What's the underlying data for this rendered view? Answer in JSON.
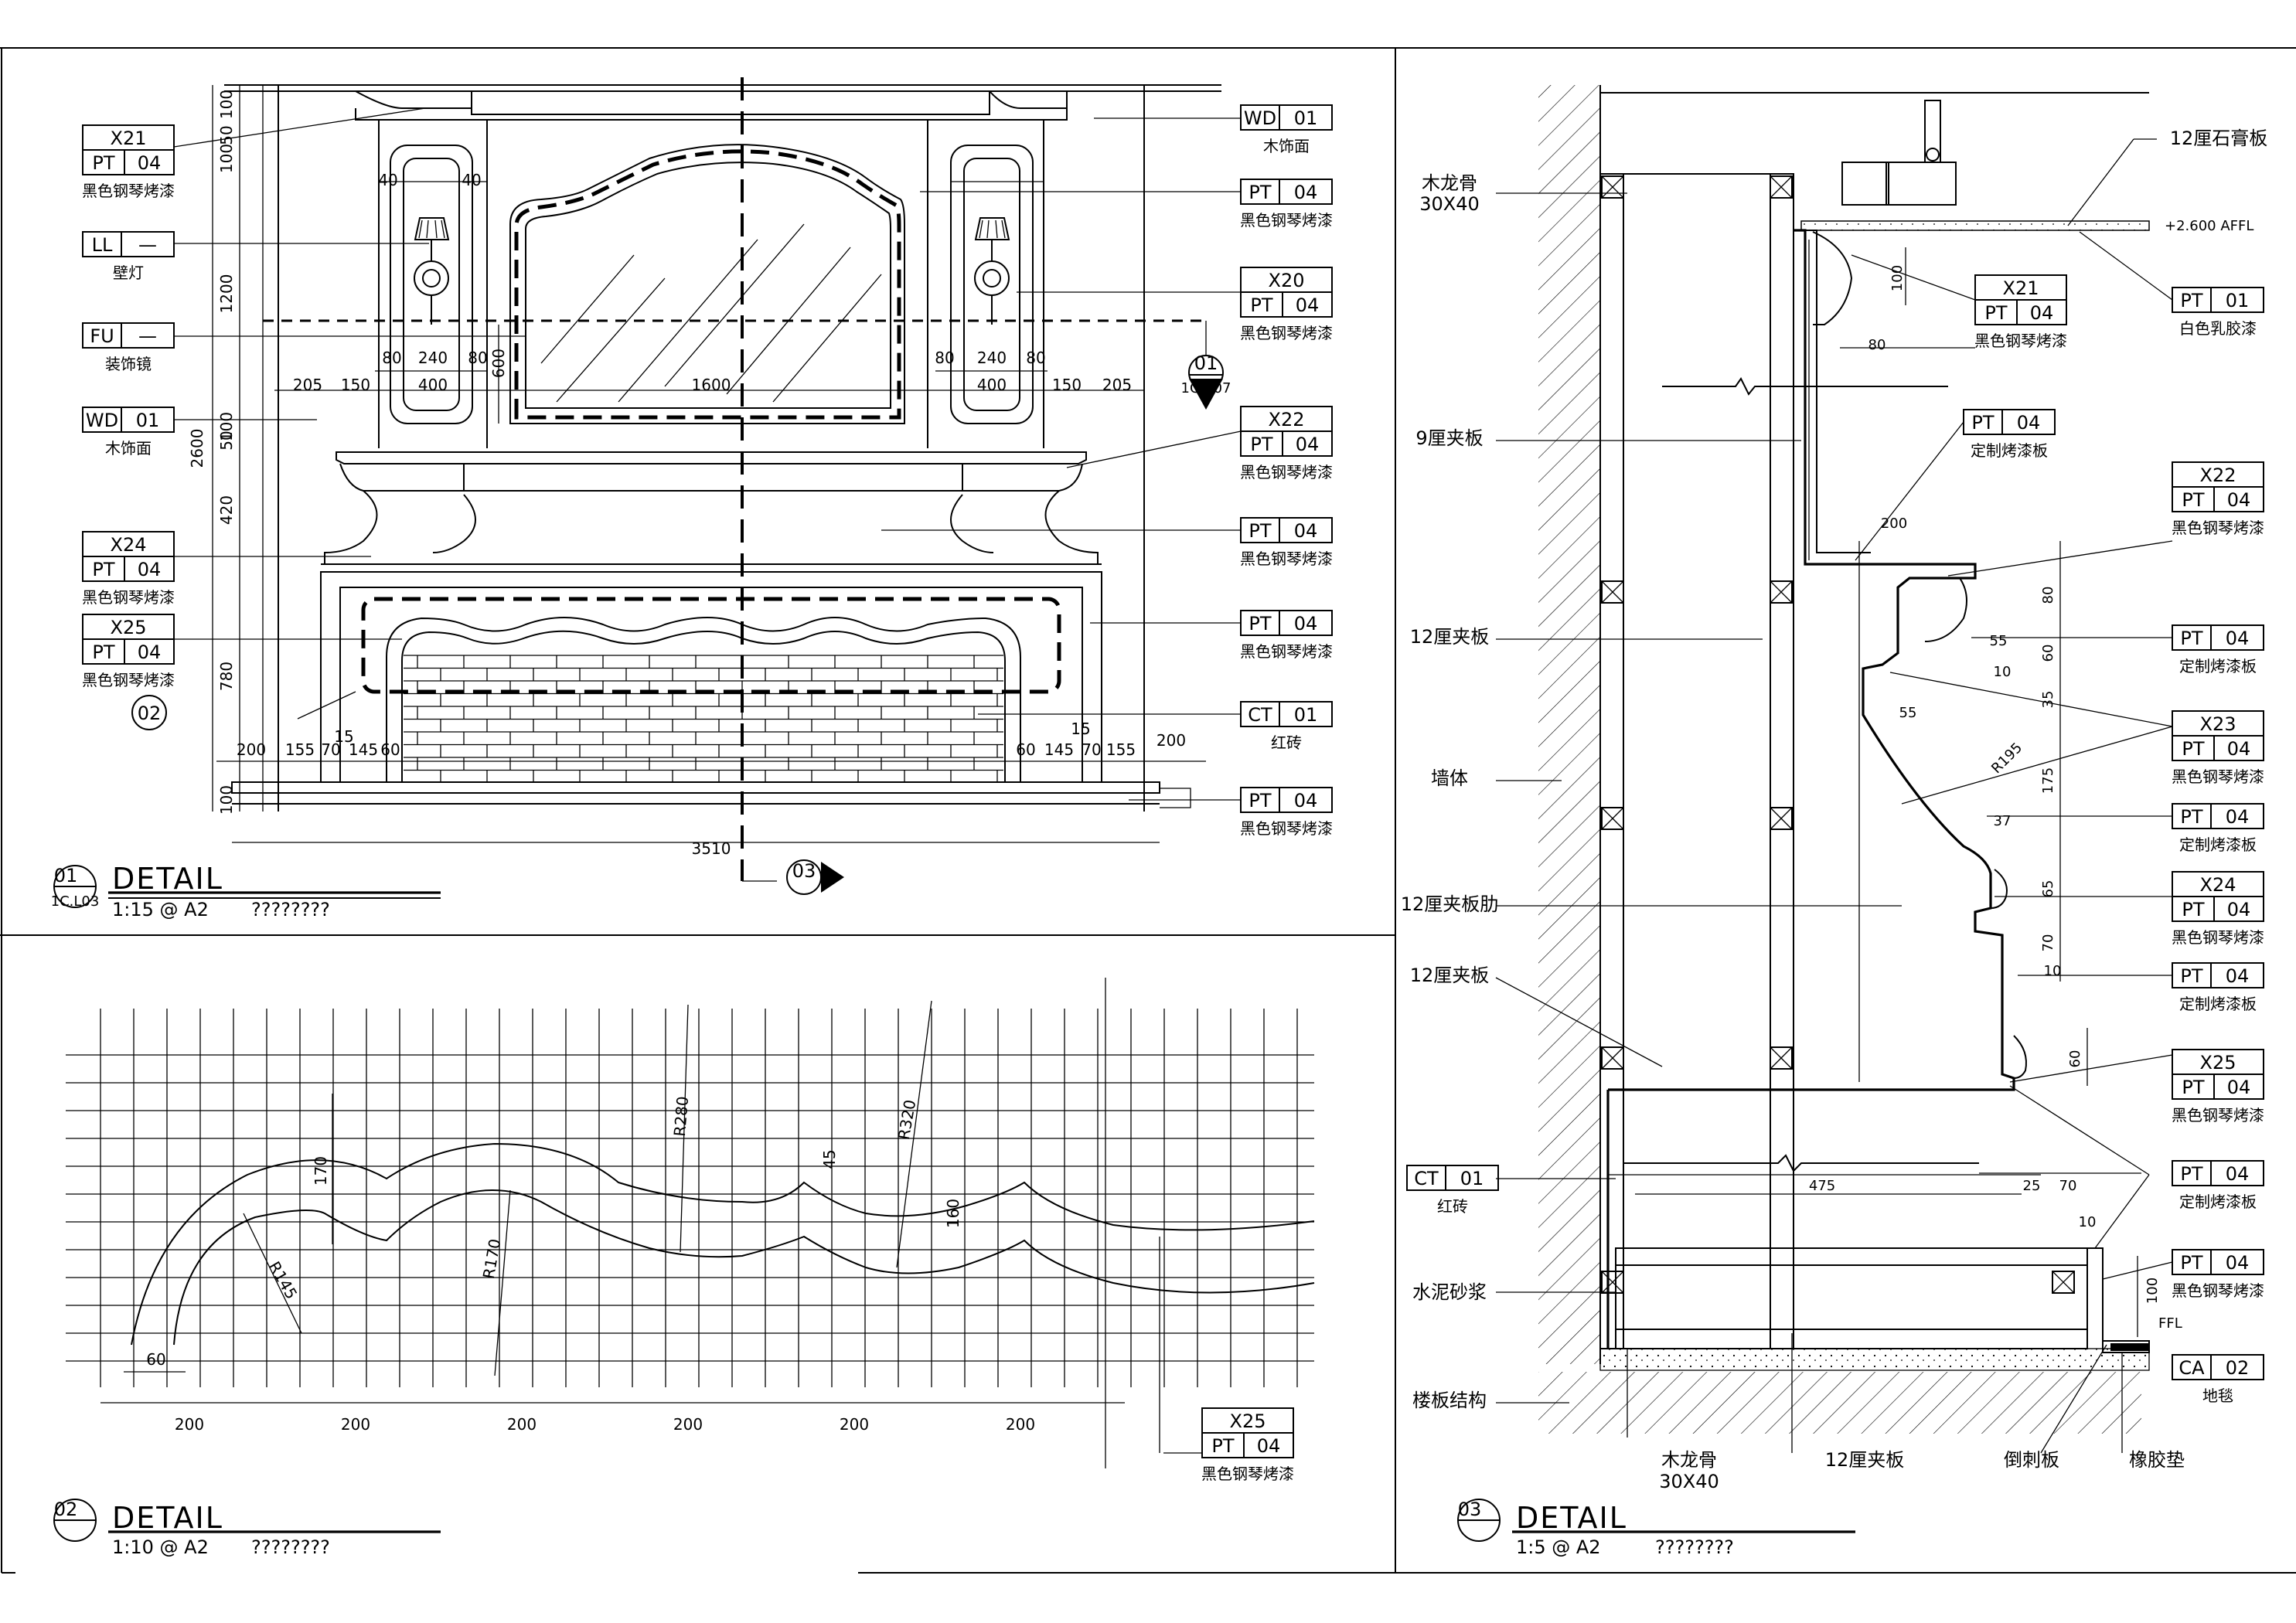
{
  "tags": {
    "x21": {
      "code": "X21",
      "sub": "PT",
      "num": "04",
      "note": "黑色钢琴烤漆"
    },
    "ll": {
      "code": "LL",
      "sub": "—",
      "note": "壁灯"
    },
    "fu": {
      "code": "FU",
      "sub": "—",
      "note": "装饰镜"
    },
    "wd": {
      "code": "WD",
      "sub": "01",
      "note": "木饰面"
    },
    "x24": {
      "code": "X24",
      "sub": "PT",
      "num": "04",
      "note": "黑色钢琴烤漆"
    },
    "x25": {
      "code": "X25",
      "sub": "PT",
      "num": "04",
      "note": "黑色钢琴烤漆"
    },
    "wdr": {
      "code": "WD",
      "sub": "01",
      "note": "木饰面"
    },
    "pt1": {
      "code": "PT",
      "sub": "04",
      "note": "黑色钢琴烤漆"
    },
    "x20": {
      "code": "X20",
      "sub": "PT",
      "num": "04",
      "note": "黑色钢琴烤漆"
    },
    "x22": {
      "code": "X22",
      "sub": "PT",
      "num": "04",
      "note": "黑色钢琴烤漆"
    },
    "pt2": {
      "code": "PT",
      "sub": "04",
      "note": "黑色钢琴烤漆"
    },
    "pt3": {
      "code": "PT",
      "sub": "04",
      "note": "黑色钢琴烤漆"
    },
    "ct": {
      "code": "CT",
      "sub": "01",
      "note": "红砖"
    },
    "pt4": {
      "code": "PT",
      "sub": "04",
      "note": "黑色钢琴烤漆"
    },
    "x25b": {
      "code": "X25",
      "sub": "PT",
      "num": "04",
      "note": "黑色钢琴烤漆"
    },
    "s_x21": {
      "code": "X21",
      "sub": "PT",
      "num": "04",
      "note": "黑色钢琴烤漆"
    },
    "s_pt01": {
      "code": "PT",
      "sub": "01",
      "note": "白色乳胶漆"
    },
    "s_pt04a": {
      "code": "PT",
      "sub": "04",
      "note": "定制烤漆板"
    },
    "s_x22": {
      "code": "X22",
      "sub": "PT",
      "num": "04",
      "note": "黑色钢琴烤漆"
    },
    "s_pt04b": {
      "code": "PT",
      "sub": "04",
      "note": "定制烤漆板"
    },
    "s_x23": {
      "code": "X23",
      "sub": "PT",
      "num": "04",
      "note": "黑色钢琴烤漆"
    },
    "s_pt04c": {
      "code": "PT",
      "sub": "04",
      "note": "定制烤漆板"
    },
    "s_x24": {
      "code": "X24",
      "sub": "PT",
      "num": "04",
      "note": "黑色钢琴烤漆"
    },
    "s_pt04d": {
      "code": "PT",
      "sub": "04",
      "note": "定制烤漆板"
    },
    "s_x25": {
      "code": "X25",
      "sub": "PT",
      "num": "04",
      "note": "黑色钢琴烤漆"
    },
    "s_pt04e": {
      "code": "PT",
      "sub": "04",
      "note": "定制烤漆板"
    },
    "s_pt04f": {
      "code": "PT",
      "sub": "04",
      "note": "黑色钢琴烤漆"
    },
    "s_ct": {
      "code": "CT",
      "sub": "01",
      "note": "红砖"
    },
    "s_ca": {
      "code": "CA",
      "sub": "02",
      "note": "地毯"
    }
  },
  "elevation": {
    "dims_left": [
      "100",
      "50",
      "100",
      "1200",
      "100",
      "50",
      "420",
      "2600",
      "780",
      "100"
    ],
    "dims_row1": [
      "40",
      "40",
      "80",
      "240",
      "80",
      "80",
      "240",
      "80",
      "205",
      "150",
      "400",
      "1600",
      "400",
      "150",
      "205"
    ],
    "dims_bottom": [
      "200",
      "155",
      "70",
      "145",
      "60",
      "15",
      "60",
      "145",
      "70",
      "155",
      "200",
      "15",
      "3510"
    ],
    "dim_600": "600",
    "section_ref_top": "01",
    "section_ref_bot": "1C.X07",
    "callout_02": "02",
    "callout_03": "03"
  },
  "titles": {
    "t01": {
      "num": "01",
      "sheet": "1C.L03",
      "word": "DETAIL",
      "scale": "1:15 @ A2",
      "name": "????????"
    },
    "t02": {
      "num": "02",
      "word": "DETAIL",
      "scale": "1:10 @ A2",
      "name": "????????"
    },
    "t03": {
      "num": "03",
      "word": "DETAIL",
      "scale": "1:5 @ A2",
      "name": "????????"
    }
  },
  "profile": {
    "dims_bottom": [
      "200",
      "200",
      "200",
      "200",
      "200",
      "200"
    ],
    "dim_60": "60",
    "radii": [
      "R145",
      "R170",
      "R280",
      "R320"
    ],
    "heights": [
      "170",
      "45",
      "160"
    ]
  },
  "section": {
    "left_labels": [
      "木龙骨",
      "30X40",
      "9厘夹板",
      "12厘夹板",
      "墙体",
      "12厘夹板肋",
      "12厘夹板",
      "水泥砂浆",
      "楼板结构"
    ],
    "bottom_labels": [
      "木龙骨",
      "30X40",
      "12厘夹板",
      "倒刺板",
      "橡胶垫"
    ],
    "top_label": "12厘石膏板",
    "affl": "+2.600 AFFL",
    "ffl": "FFL",
    "dims": [
      "100",
      "80",
      "200",
      "80",
      "55",
      "60",
      "10",
      "55",
      "35",
      "R195",
      "175",
      "37",
      "65",
      "70",
      "10",
      "60",
      "475",
      "25",
      "70",
      "10",
      "100"
    ]
  }
}
